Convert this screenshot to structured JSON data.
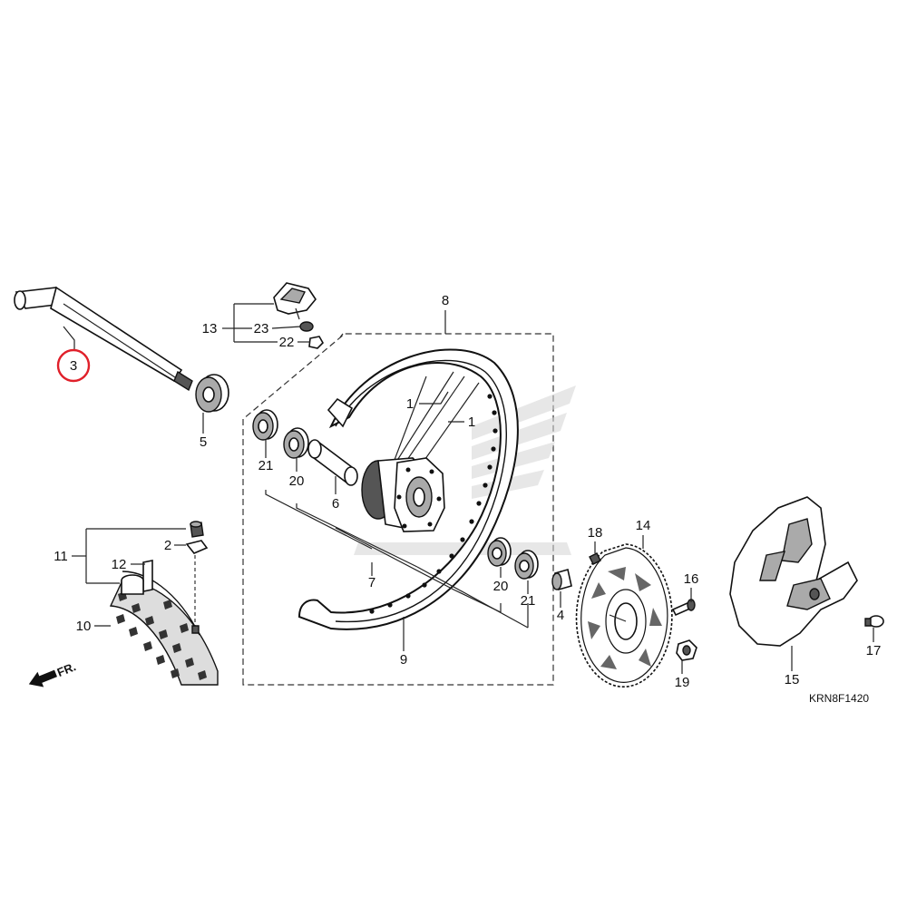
{
  "callouts": {
    "c1a": "1",
    "c1b": "1",
    "c2": "2",
    "c3": "3",
    "c4": "4",
    "c5": "5",
    "c6": "6",
    "c7": "7",
    "c8": "8",
    "c9": "9",
    "c10": "10",
    "c11": "11",
    "c12": "12",
    "c13": "13",
    "c14": "14",
    "c15": "15",
    "c16": "16",
    "c17": "17",
    "c18": "18",
    "c19": "19",
    "c20a": "20",
    "c20b": "20",
    "c21a": "21",
    "c21b": "21",
    "c22": "22",
    "c23": "23"
  },
  "direction_label": "FR.",
  "diagram_code": "KRN8F1420",
  "highlight": {
    "part": "3",
    "color": "#e0202a"
  }
}
